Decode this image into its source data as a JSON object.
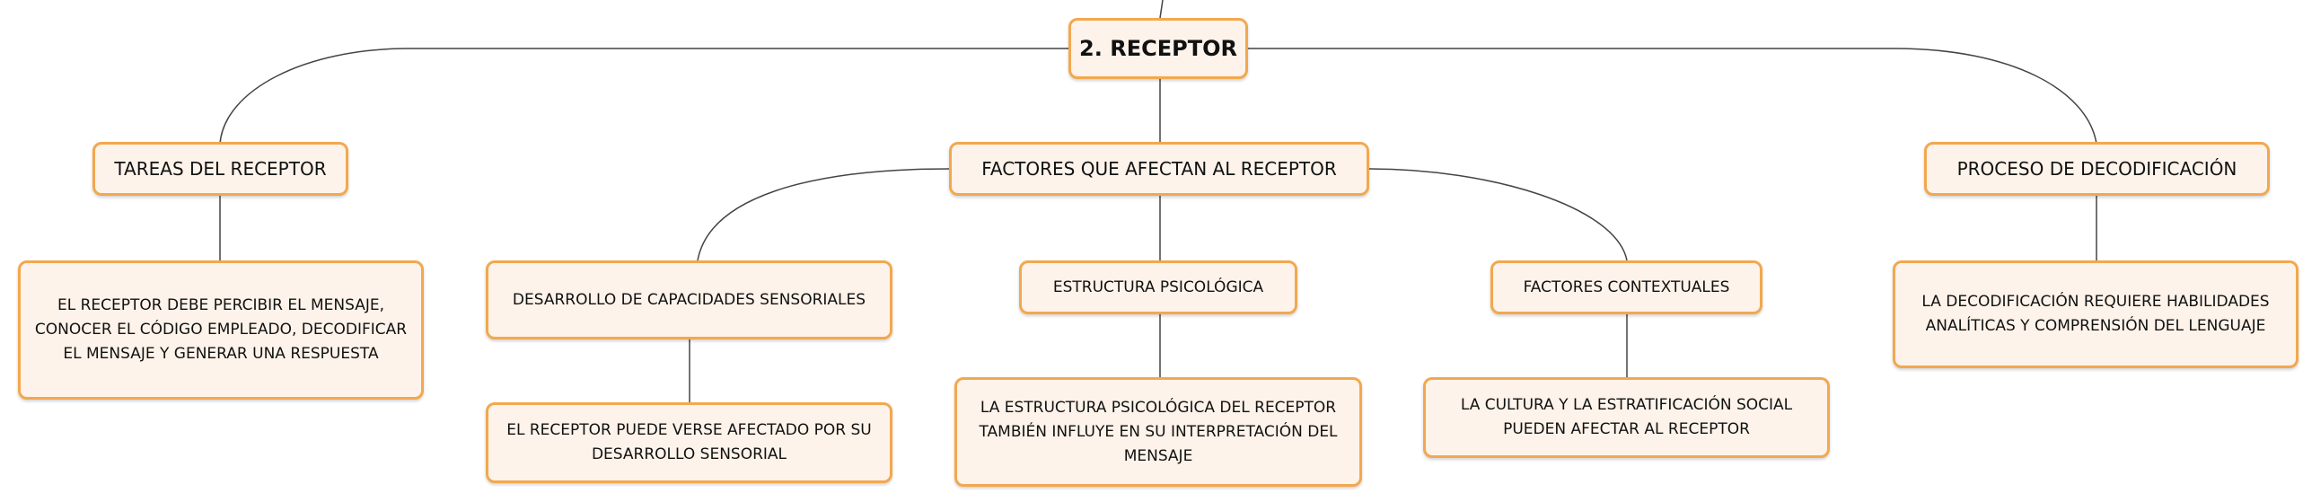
{
  "colors": {
    "node_border": "#f2a84f",
    "node_fill": "#fdf3ea",
    "connector": "#444444"
  },
  "diagram": {
    "root": {
      "label": "2. RECEPTOR"
    },
    "tareas": {
      "label": "TAREAS DEL RECEPTOR",
      "detail": "EL RECEPTOR DEBE PERCIBIR EL MENSAJE, CONOCER EL CÓDIGO EMPLEADO, DECODIFICAR EL MENSAJE Y GENERAR UNA RESPUESTA"
    },
    "factores": {
      "label": "FACTORES QUE AFECTAN AL RECEPTOR",
      "sensoriales": {
        "label": "DESARROLLO DE CAPACIDADES SENSORIALES",
        "detail": "EL RECEPTOR PUEDE VERSE AFECTADO POR SU DESARROLLO SENSORIAL"
      },
      "psicologica": {
        "label": "ESTRUCTURA PSICOLÓGICA",
        "detail": "LA ESTRUCTURA PSICOLÓGICA DEL RECEPTOR TAMBIÉN INFLUYE EN SU INTERPRETACIÓN DEL MENSAJE"
      },
      "contextuales": {
        "label": "FACTORES CONTEXTUALES",
        "detail": "LA CULTURA Y LA ESTRATIFICACIÓN SOCIAL PUEDEN AFECTAR AL RECEPTOR"
      }
    },
    "proceso": {
      "label": "PROCESO DE DECODIFICACIÓN",
      "detail": "LA DECODIFICACIÓN REQUIERE HABILIDADES ANALÍTICAS Y COMPRENSIÓN DEL LENGUAJE"
    }
  }
}
